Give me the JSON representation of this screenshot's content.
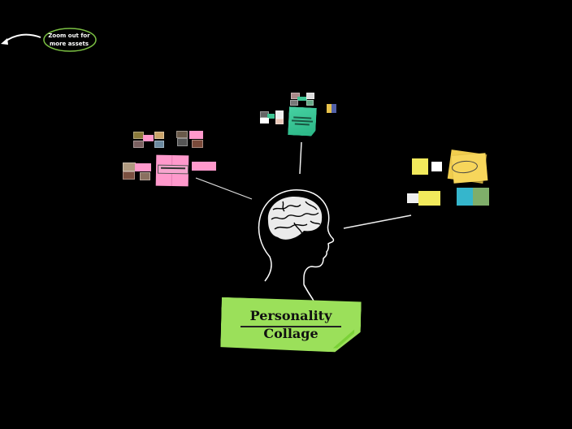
{
  "canvas": {
    "background": "#000000"
  },
  "hint": {
    "text_line1": "Zoom out for",
    "text_line2": "more assets",
    "oval_color": "#7bc043",
    "arrow_color": "#ffffff"
  },
  "title": {
    "line1": "Personality",
    "line2": "Collage",
    "note_color": "#9be05a"
  },
  "central": {
    "image": "head-with-brain-outline",
    "stroke": "#ffffff"
  },
  "branches": [
    {
      "id": "top",
      "note_color": "#36c494",
      "note_label": "",
      "thumbnail_count": 9
    },
    {
      "id": "left",
      "note_color": "#ff99cc",
      "note_label": "",
      "thumbnail_count": 12
    },
    {
      "id": "right",
      "note_color": "#f7d65b",
      "note_label": "",
      "thumbnail_count": 5
    }
  ]
}
